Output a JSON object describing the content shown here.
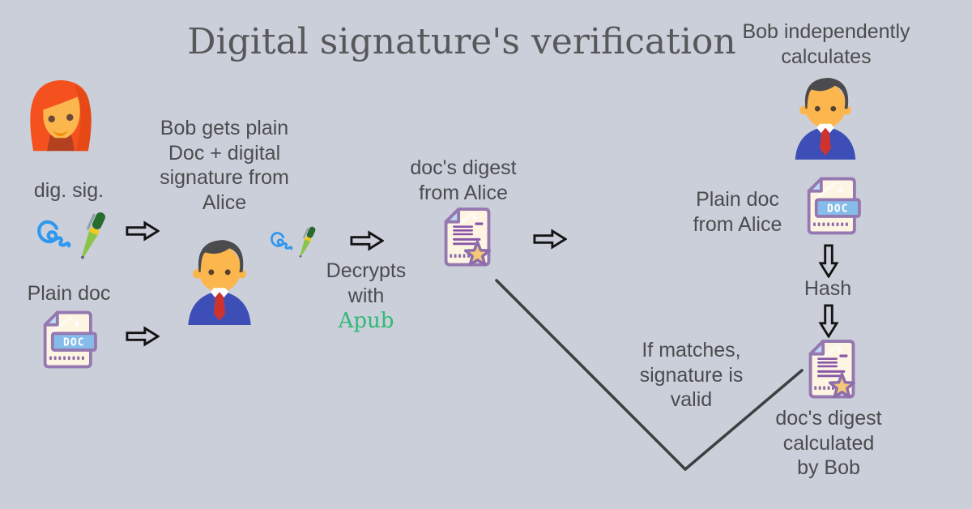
{
  "title": "Digital signature's verification",
  "labels": {
    "dig_sig": "dig. sig.",
    "plain_doc": "Plain doc",
    "bob_receives": "Bob gets plain\nDoc + digital\nsignature from\nAlice",
    "decrypts_with": "Decrypts\nwith",
    "key_name": "Apub",
    "digest_from_alice": "doc's digest\nfrom Alice",
    "bob_calculates": "Bob independently\ncalculates",
    "plain_doc_from_alice": "Plain doc\nfrom Alice",
    "hash": "Hash",
    "digest_by_bob": "doc's digest\ncalculated\nby Bob",
    "match_result": "If matches,\nsignature is\nvalid",
    "doc_badge": "DOC"
  },
  "icons": {
    "alice_avatar": "woman-avatar-red-hair",
    "bob_avatar": "man-avatar-blue-suit",
    "signature_pen": "pen-writing-signature",
    "doc_file": "doc-file-with-badge",
    "doc_digest": "document-with-star",
    "arrow_right": "⇨",
    "arrow_down": "⇩"
  },
  "palette": {
    "background": "#cbcfda",
    "title_text": "#57585a",
    "body_text": "#4b4c4e",
    "key_green": "#2eba74",
    "arrow_outline": "#141414",
    "connector_line": "#3e3f41",
    "icon_border_purple": "#9678b0",
    "paper_cream": "#fdf5e2",
    "badge_blue": "#85bce9",
    "fold_blue": "#bad9f4",
    "star_gold": "#f4c878",
    "hair_red": "#f4511e",
    "suit_blue": "#3d4fb6",
    "tie_red": "#cf332f",
    "skin": "#fcb64e",
    "pen_green": "#8cc34b",
    "signature_blue": "#2f97ef"
  }
}
